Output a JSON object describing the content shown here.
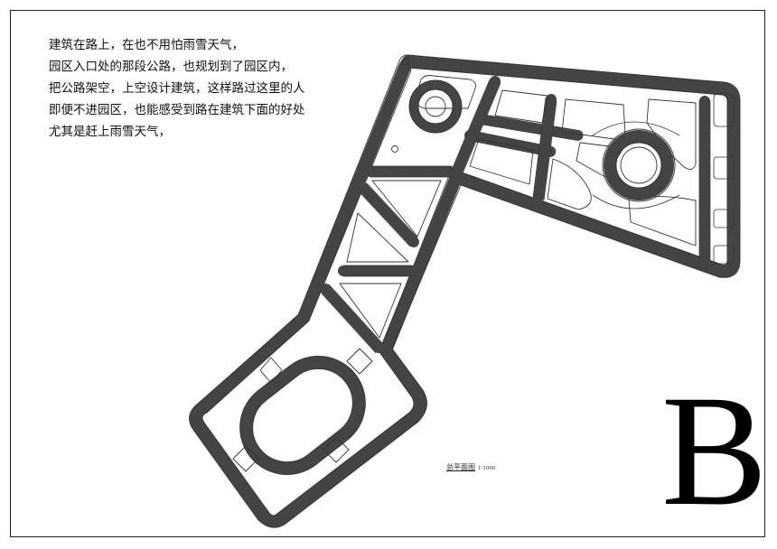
{
  "description": {
    "lines": [
      "建筑在路上，在也不用怕雨雪天气，",
      "园区入口处的那段公路，也规划到了园区内，",
      "把公路架空，上空设计建筑，这样路过这里的人",
      "即便不进园区，也能感受到路在建筑下面的好处",
      "尤其是赶上雨雪天气，"
    ]
  },
  "plan": {
    "caption_title": "总平面图",
    "caption_scale": "1:1000"
  },
  "sheet_letter": "B",
  "colors": {
    "line": "#333333",
    "frame": "#222222"
  }
}
